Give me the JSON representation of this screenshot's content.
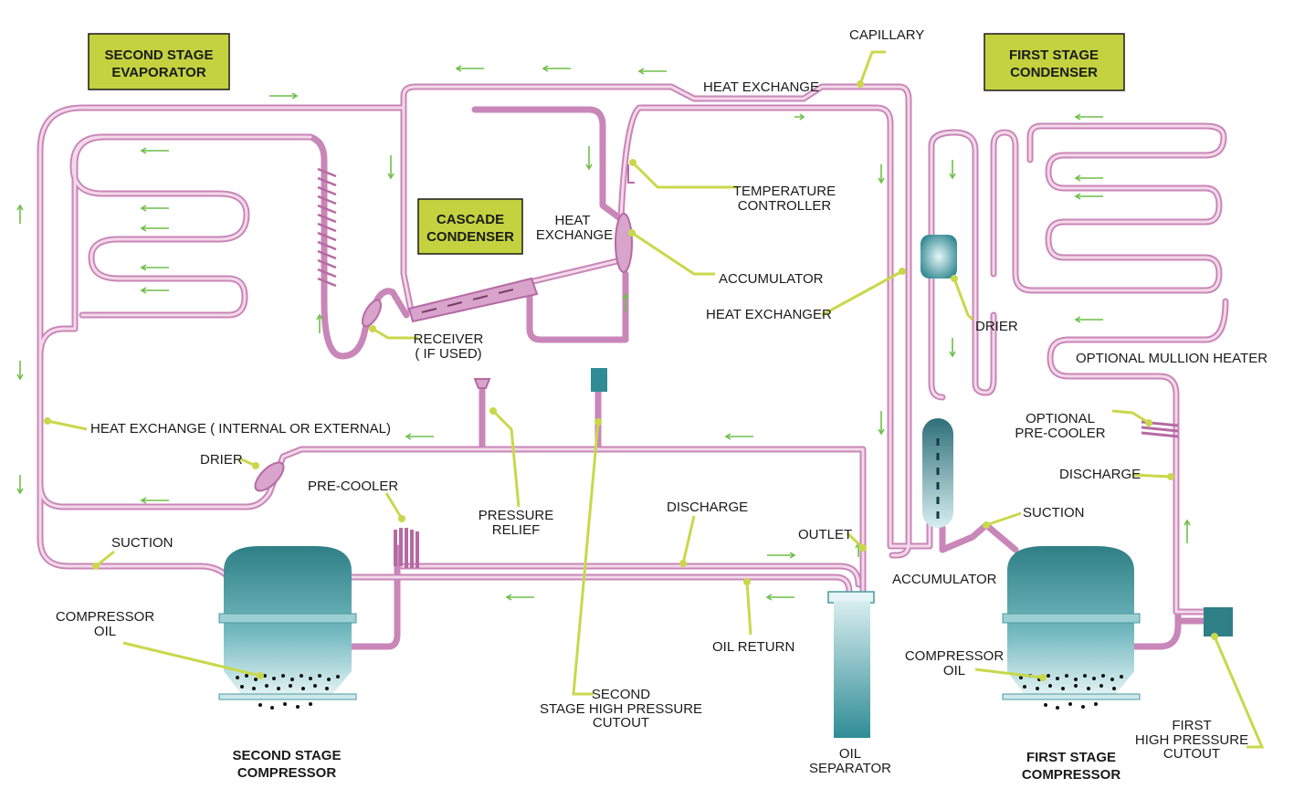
{
  "labels": {
    "second_stage_evaporator": [
      "SECOND STAGE",
      "EVAPORATOR"
    ],
    "cascade_condenser": [
      "CASCADE",
      "CONDENSER"
    ],
    "first_stage_condenser": [
      "FIRST STAGE",
      "CONDENSER"
    ],
    "capillary": "CAPILLARY",
    "heat_exchange_top": "HEAT EXCHANGE",
    "heat_exchange_mid": [
      "HEAT",
      "EXCHANGE"
    ],
    "temperature_controller": [
      "TEMPERATURE",
      "CONTROLLER"
    ],
    "accumulator_top": "ACCUMULATOR",
    "heat_exchanger": "HEAT EXCHANGER",
    "receiver": [
      "RECEIVER",
      "( IF USED)"
    ],
    "drier_right": "DRIER",
    "optional_mullion_heater": "OPTIONAL MULLION HEATER",
    "heat_exchange_internal": "HEAT EXCHANGE ( INTERNAL OR EXTERNAL)",
    "drier_left": "DRIER",
    "pre_cooler": "PRE-COOLER",
    "pressure_relief": [
      "PRESSURE",
      "RELIEF"
    ],
    "discharge_left": "DISCHARGE",
    "optional_pre_cooler": [
      "OPTIONAL",
      "PRE-COOLER"
    ],
    "discharge_right": "DISCHARGE",
    "suction_right": "SUCTION",
    "outlet": "OUTLET",
    "suction_left": "SUCTION",
    "accumulator_bottom": "ACCUMULATOR",
    "compressor_oil_left": [
      "COMPRESSOR",
      "OIL"
    ],
    "compressor_oil_right": [
      "COMPRESSOR",
      "OIL"
    ],
    "oil_return": "OIL RETURN",
    "second_stage_cutout": [
      "SECOND",
      "STAGE HIGH PRESSURE",
      "CUTOUT"
    ],
    "first_high_pressure_cutout": [
      "FIRST",
      "HIGH PRESSURE",
      "CUTOUT"
    ],
    "oil_separator": [
      "OIL",
      "SEPARATOR"
    ],
    "second_stage_compressor": [
      "SECOND STAGE",
      "COMPRESSOR"
    ],
    "first_stage_compressor": [
      "FIRST STAGE",
      "COMPRESSOR"
    ]
  },
  "colors": {
    "pipe": "#c986b8",
    "label_box": "#c4d23f",
    "leader": "#c9d84b",
    "flow_arrow": "#6fbf4a",
    "component_teal": "#2e8a93"
  }
}
